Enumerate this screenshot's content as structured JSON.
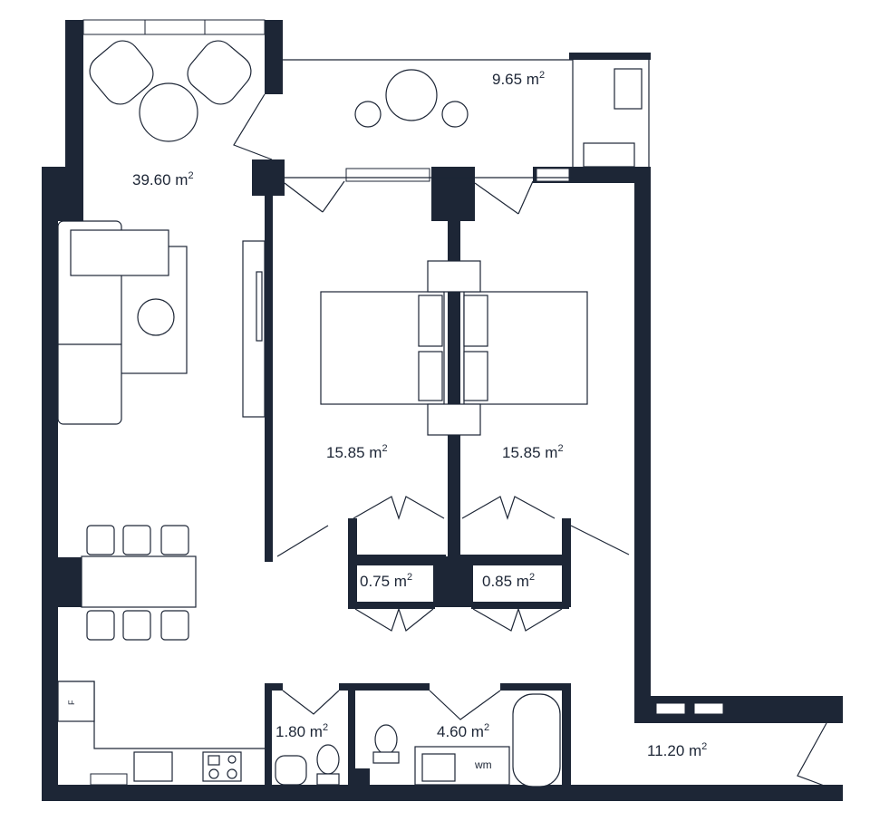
{
  "colors": {
    "wall": "#1d2636",
    "line": "#1d2636",
    "background": "#ffffff",
    "furniture_fill": "#ffffff"
  },
  "rooms": [
    {
      "id": "living",
      "value": "39.60 m",
      "sup": "2"
    },
    {
      "id": "balcony",
      "value": "9.65 m",
      "sup": "2"
    },
    {
      "id": "bedroom-left",
      "value": "15.85 m",
      "sup": "2"
    },
    {
      "id": "bedroom-right",
      "value": "15.85 m",
      "sup": "2"
    },
    {
      "id": "closet-left",
      "value": "0.75 m",
      "sup": "2"
    },
    {
      "id": "closet-right",
      "value": "0.85 m",
      "sup": "2"
    },
    {
      "id": "wc",
      "value": "1.80 m",
      "sup": "2"
    },
    {
      "id": "bathroom",
      "value": "4.60 m",
      "sup": "2"
    },
    {
      "id": "hall",
      "value": "11.20 m",
      "sup": "2"
    }
  ],
  "fixture_labels": {
    "fridge": "F",
    "washing_machine": "wm"
  }
}
